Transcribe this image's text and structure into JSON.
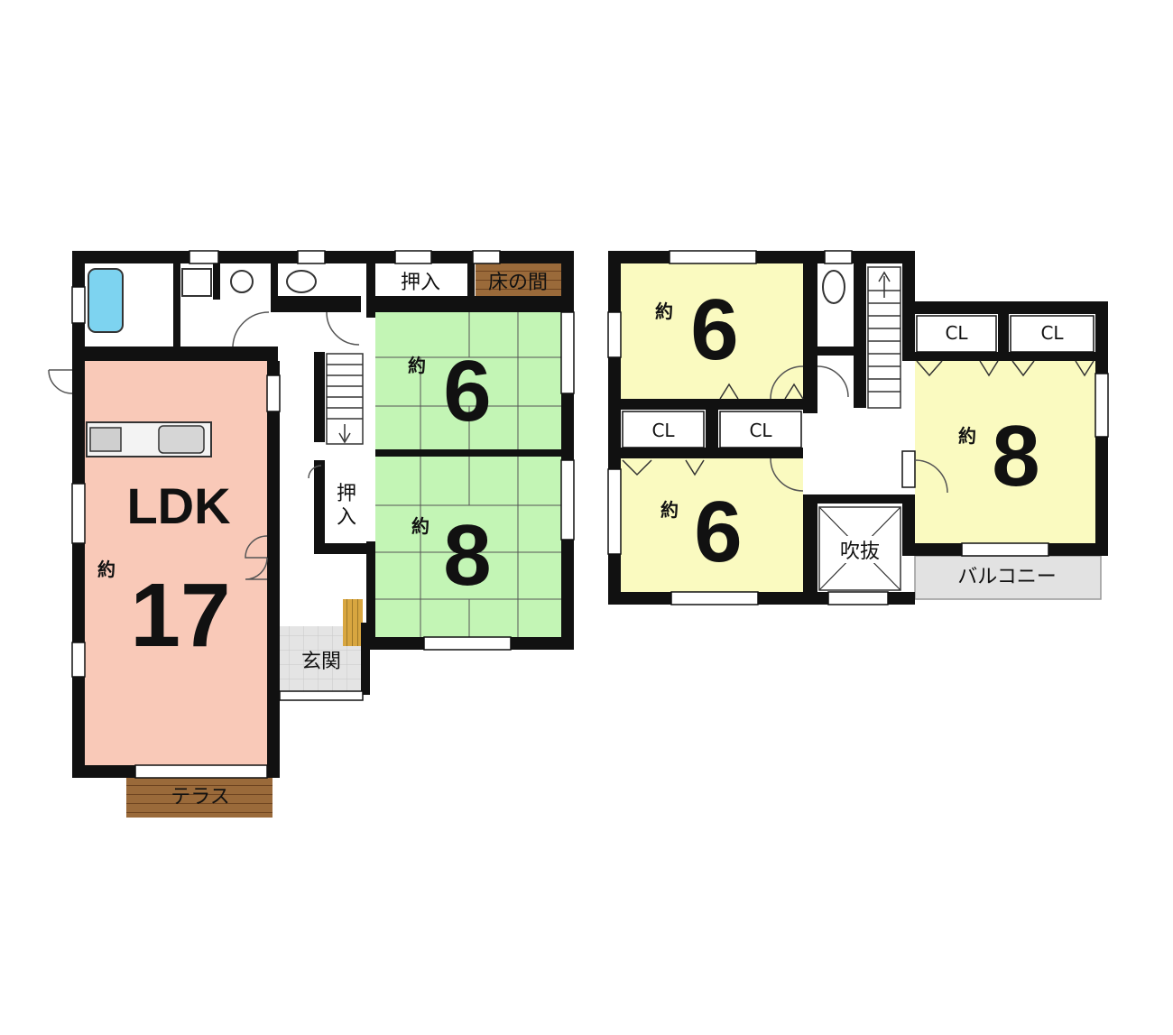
{
  "floor1": {
    "ldk": {
      "label": "LDK",
      "prefix": "約",
      "size": "17",
      "color": "#f9c9b8"
    },
    "washitsu_north": {
      "prefix": "約",
      "size": "6",
      "color": "#c3f5b5"
    },
    "washitsu_south": {
      "prefix": "約",
      "size": "8",
      "color": "#c3f5b5"
    },
    "oshiire_top": "押入",
    "tokonoma": "床の間",
    "oshiire_side": [
      "押",
      "入"
    ],
    "genkan": "玄関",
    "terrace": "テラス"
  },
  "floor2": {
    "bedroom_nw": {
      "prefix": "約",
      "size": "6",
      "color": "#fafac0"
    },
    "bedroom_sw": {
      "prefix": "約",
      "size": "6",
      "color": "#fafac0"
    },
    "bedroom_e": {
      "prefix": "約",
      "size": "8",
      "color": "#fafac0"
    },
    "closet_label": "CL",
    "fukinuke": "吹抜",
    "balcony": "バルコニー"
  },
  "colors": {
    "wall": "#111111",
    "bath": "#7dd3f0",
    "wood": "#8b5a2b",
    "genkan": "#e6e6e6"
  }
}
